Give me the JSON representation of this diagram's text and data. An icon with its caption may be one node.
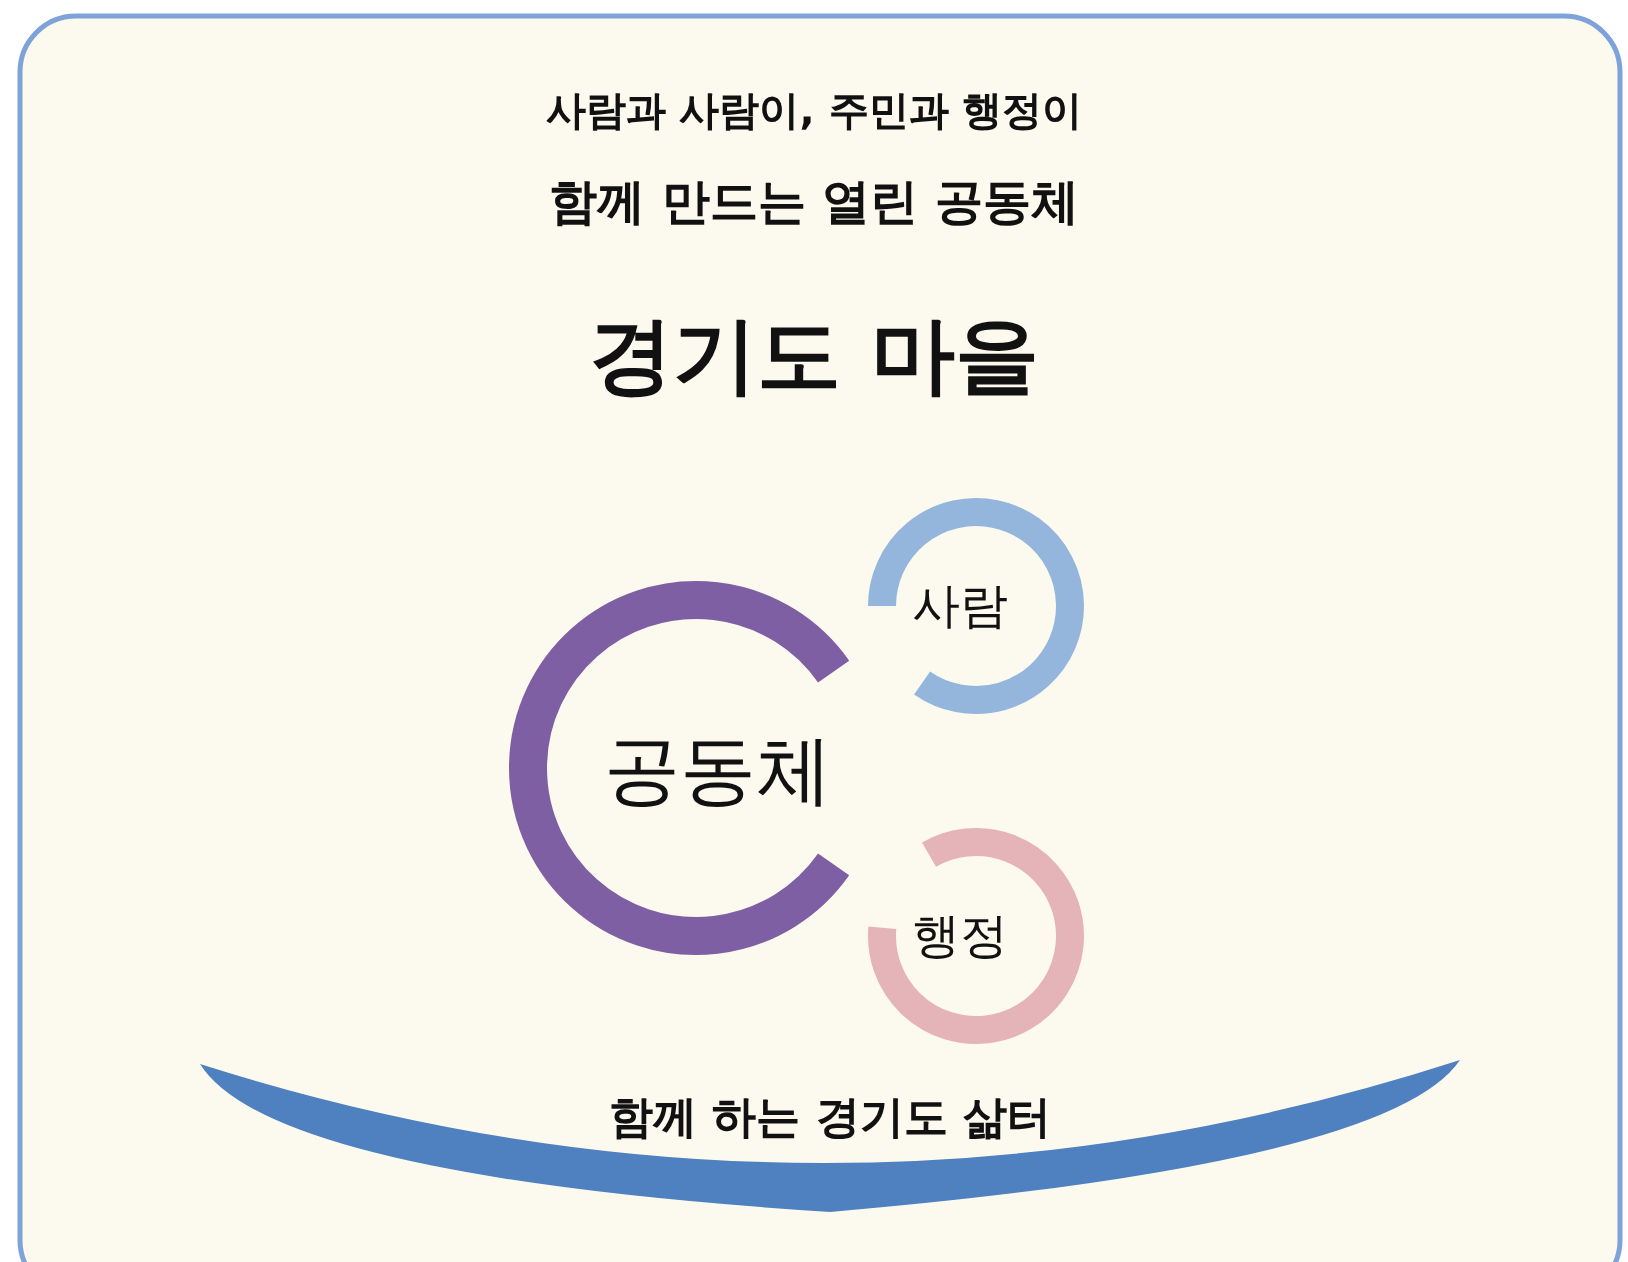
{
  "diagram": {
    "title": "경기도 마을",
    "nodes": [
      {
        "text": [
          "공동체"
        ]
      },
      {
        "text": [
          "사람"
        ]
      },
      {
        "text": [
          "행정"
        ]
      },
      {
        "text": [
          "함께 하는 경기도 삶터"
        ]
      }
    ],
    "labels": [
      "사람과 사람이, 주민과 행정이",
      "함께 만드는 열린 공동체"
    ]
  }
}
